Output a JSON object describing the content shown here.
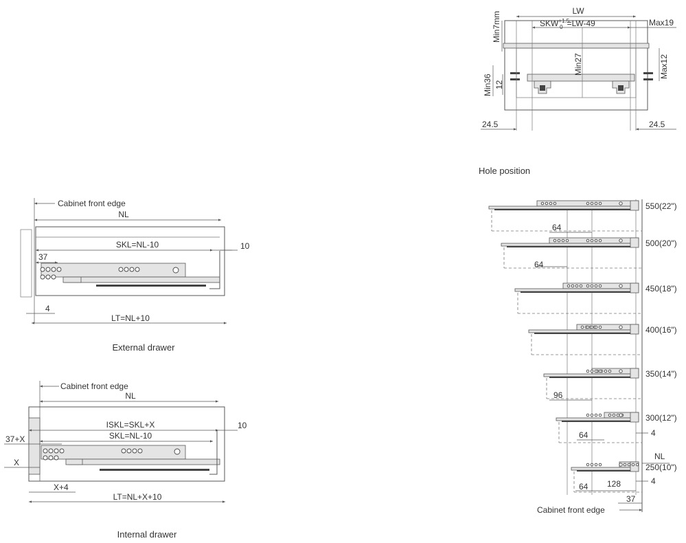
{
  "cross_section": {
    "lw": "LW",
    "skw_prefix": "SKW",
    "skw_sup": "+1.5",
    "skw_sub": "0",
    "skw_suffix": "=LW-49",
    "max19": "Max19",
    "min7": "Min7mm",
    "min27": "Min27",
    "max12": "Max12",
    "min36": "Min36",
    "twelve": "12",
    "left_24": "24.5",
    "right_24": "24.5",
    "caption": "Hole position"
  },
  "external": {
    "front_edge": "Cabinet front edge",
    "nl": "NL",
    "skl": "SKL=NL-10",
    "ten": "10",
    "thirty_seven": "37",
    "four": "4",
    "lt": "LT=NL+10",
    "caption": "External drawer"
  },
  "internal": {
    "front_edge": "Cabinet front edge",
    "nl": "NL",
    "iskl": "ISKL=SKL+X",
    "skl": "SKL=NL-10",
    "ten": "10",
    "thirty_seven_x": "37+X",
    "x": "X",
    "x_four": "X+4",
    "lt": "LT=NL+X+10",
    "caption": "Internal drawer"
  },
  "lengths": {
    "sizes": [
      "550(22\")",
      "500(20\")",
      "450(18\")",
      "400(16\")",
      "350(14\")",
      "300(12\")",
      "250(10\")"
    ],
    "dim_64_a": "64",
    "dim_64_b": "64",
    "dim_96": "96",
    "dim_64_c": "64",
    "dim_64_d": "64",
    "dim_128": "128",
    "four_a": "4",
    "four_b": "4",
    "nl": "NL",
    "thirty_seven": "37",
    "front_edge": "Cabinet front edge"
  }
}
